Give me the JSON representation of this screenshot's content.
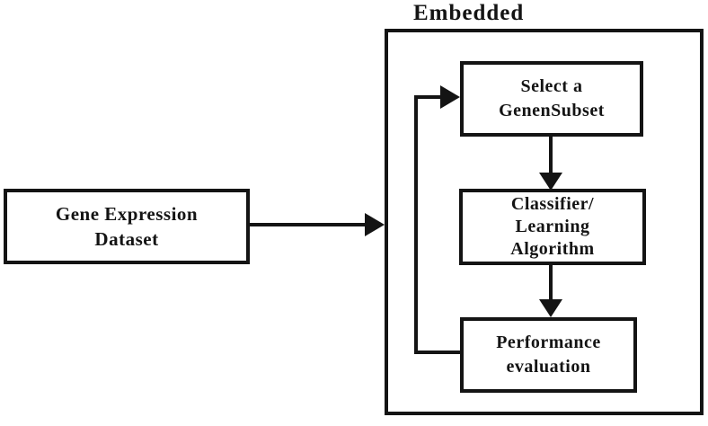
{
  "diagram": {
    "title": "Embedded",
    "nodes": {
      "dataset": {
        "line1": "Gene Expression",
        "line2": "Dataset"
      },
      "select": {
        "line1": "Select a",
        "line2": "GenenSubset"
      },
      "classifier": {
        "line1": "Classifier/",
        "line2": "Learning",
        "line3": "Algorithm"
      },
      "performance": {
        "line1": "Performance",
        "line2": "evaluation"
      }
    },
    "edges": [
      {
        "from": "dataset",
        "to": "embedded-group",
        "type": "arrow"
      },
      {
        "from": "select",
        "to": "classifier",
        "type": "arrow"
      },
      {
        "from": "classifier",
        "to": "performance",
        "type": "arrow"
      },
      {
        "from": "performance",
        "to": "select",
        "type": "feedback-arrow"
      }
    ],
    "colors": {
      "line": "#141414",
      "text": "#141414",
      "background": "#ffffff",
      "box_fill": "#ffffff"
    }
  }
}
